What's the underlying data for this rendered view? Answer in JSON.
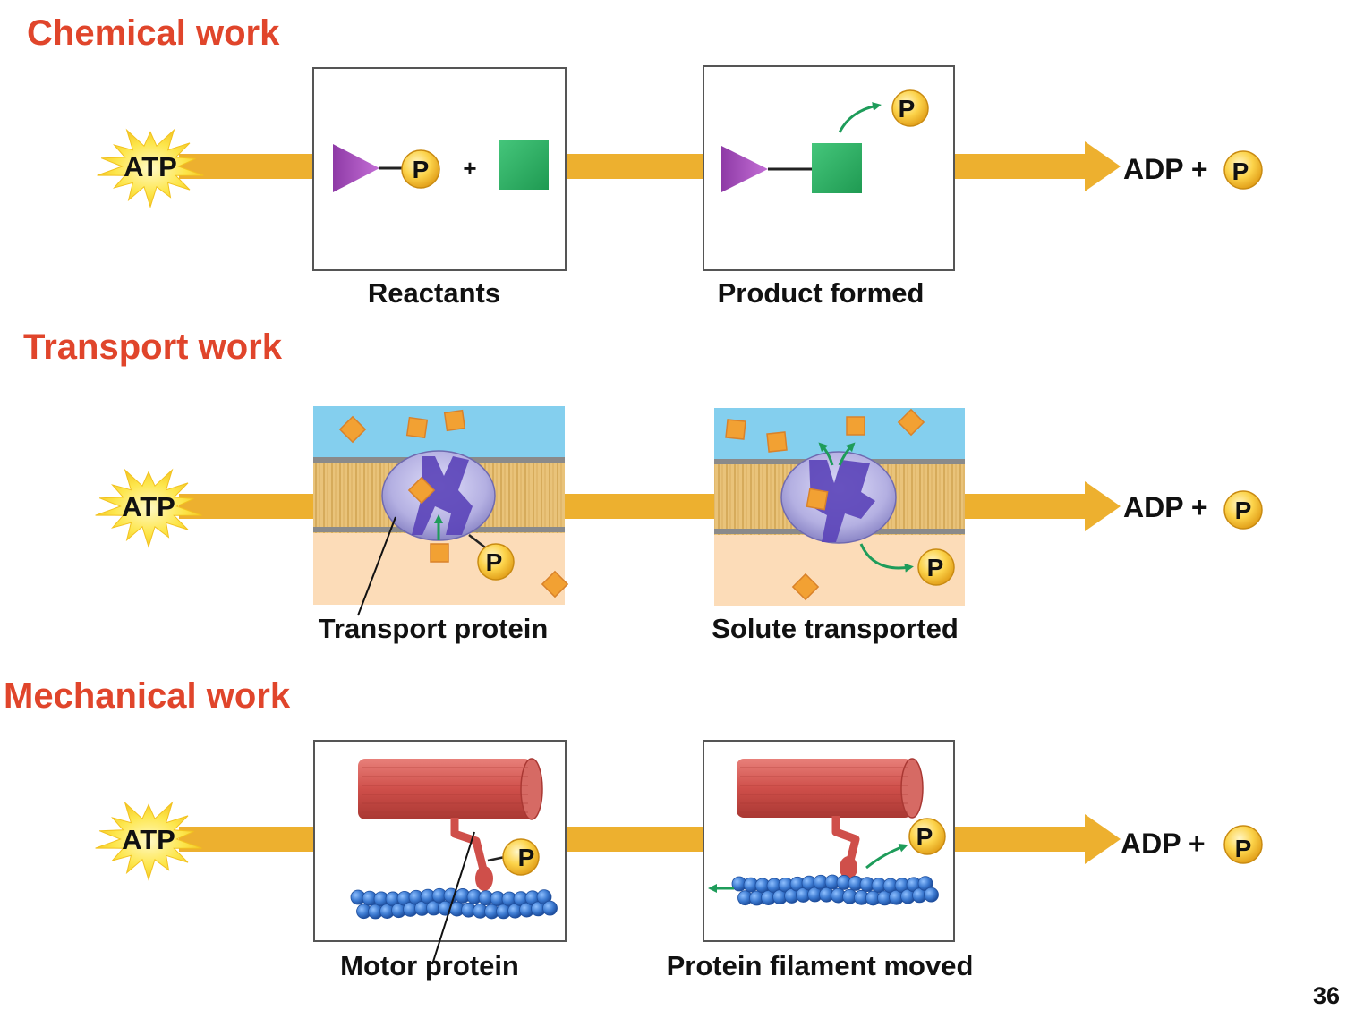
{
  "colors": {
    "heading": "#e0452b",
    "arrow": "#edb02f",
    "phosphate": "#fcd34a",
    "reactant_triangle": "#a44fb7",
    "reactant_square": "#2fb265",
    "membrane_top": "#84cfee",
    "membrane_bottom": "#fcdcb8",
    "solute": "#f2a133",
    "protein": "#b7b3e3",
    "motor": "#d5605b",
    "filament": "#3b79d0",
    "green_arrow": "#1e9c5a"
  },
  "rows": [
    {
      "heading": "Chemical work",
      "atp": "ATP",
      "box1_caption": "Reactants",
      "box2_caption": "Product formed",
      "adp": "ADP +",
      "p": "P",
      "plus": "+"
    },
    {
      "heading": "Transport work",
      "atp": "ATP",
      "box1_caption": "Transport protein",
      "box2_caption": "Solute transported",
      "adp": "ADP +",
      "p": "P"
    },
    {
      "heading": "Mechanical work",
      "atp": "ATP",
      "box1_caption": "Motor protein",
      "box2_caption": "Protein filament moved",
      "adp": "ADP +",
      "p": "P"
    }
  ],
  "page_number": "36"
}
